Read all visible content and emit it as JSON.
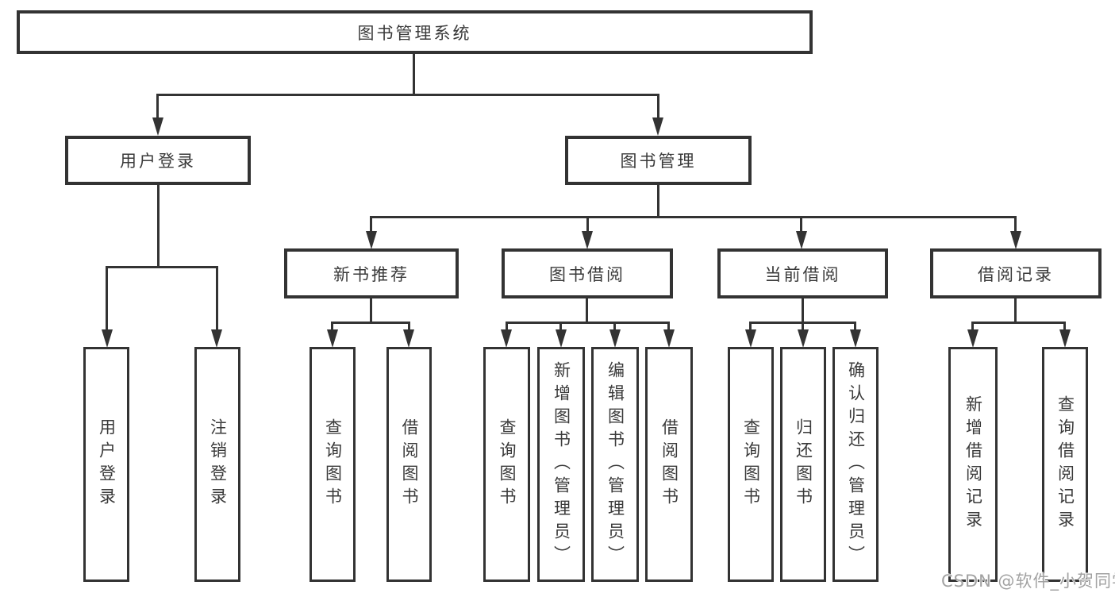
{
  "nodes": {
    "root": {
      "label": "图书管理系统"
    },
    "user_login": {
      "label": "用户登录"
    },
    "book_mgmt": {
      "label": "图书管理"
    },
    "new_books": {
      "label": "新书推荐"
    },
    "book_borrow": {
      "label": "图书借阅"
    },
    "current_borrow": {
      "label": "当前借阅"
    },
    "borrow_records": {
      "label": "借阅记录"
    },
    "leaves": {
      "user_login": [
        "用户登录",
        "注销登录"
      ],
      "new_books": [
        "查询图书",
        "借阅图书"
      ],
      "book_borrow": [
        "查询图书",
        "新增图书（管理员）",
        "编辑图书（管理员）",
        "借阅图书"
      ],
      "current_borrow": [
        "查询图书",
        "归还图书",
        "确认归还（管理员）"
      ],
      "borrow_records": [
        "新增借阅记录",
        "查询借阅记录"
      ]
    }
  },
  "watermark": "CSDN @软件_小贺同学",
  "colors": {
    "line": "#333333",
    "text": "#3a3a3a",
    "watermark": "#a2a2a2",
    "background": "#ffffff"
  }
}
